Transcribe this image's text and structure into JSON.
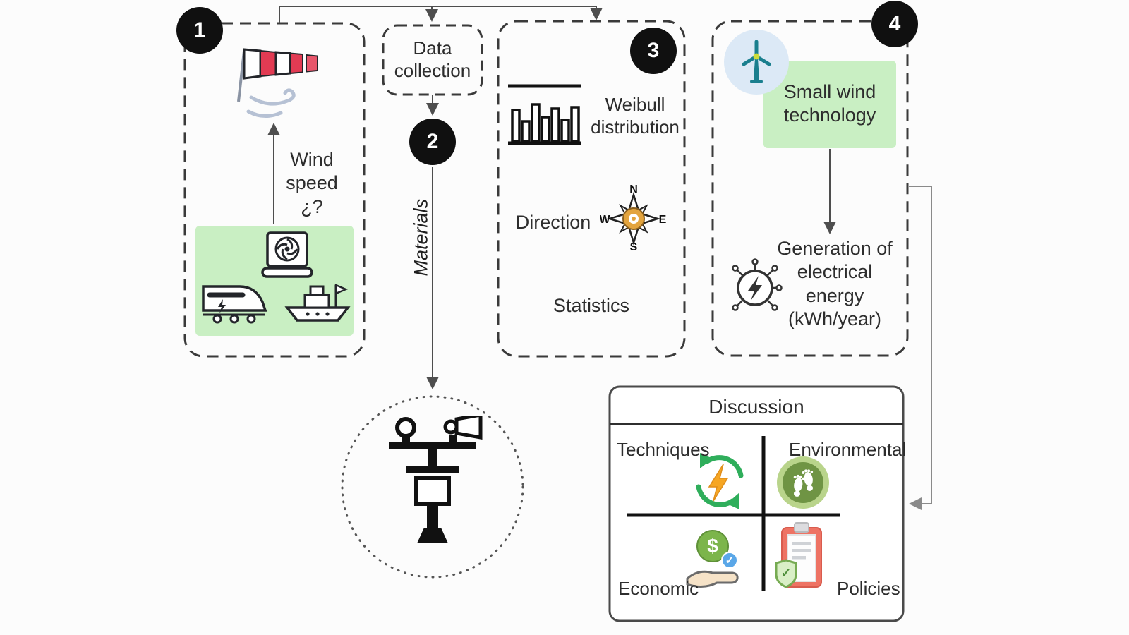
{
  "steps": {
    "one": "1",
    "two": "2",
    "three": "3",
    "four": "4"
  },
  "panel1": {
    "wind_speed": "Wind\nspeed\n¿?"
  },
  "flow": {
    "data_collection": "Data\ncollection",
    "materials": "Materials"
  },
  "panel3": {
    "weibull": "Weibull\ndistribution",
    "direction": "Direction",
    "statistics": "Statistics",
    "compass": {
      "n": "N",
      "e": "E",
      "s": "S",
      "w": "W"
    }
  },
  "panel4": {
    "small_wind": "Small wind\ntechnology",
    "generation": "Generation of\nelectrical\nenergy\n(kWh/year)"
  },
  "discussion": {
    "title": "Discussion",
    "quadrants": {
      "techniques": "Techniques",
      "environmental": "Environmental",
      "economic": "Economic",
      "policies": "Policies"
    },
    "economic_symbol": "$",
    "economic_check": "✓",
    "policies_check": "✓"
  },
  "colors": {
    "highlight_green": "#c9efc3",
    "badge_black": "#101010",
    "turbine_blue_bg": "#dce9f6",
    "compass_orange": "#e3a43e",
    "windsock_red": "#e23b53",
    "accent_teal": "#1a7f8e",
    "techniques_green": "#2fae5b",
    "bolt_orange": "#f6a623",
    "eco_green": "#7cb54b",
    "policy_red": "#ee7364"
  }
}
